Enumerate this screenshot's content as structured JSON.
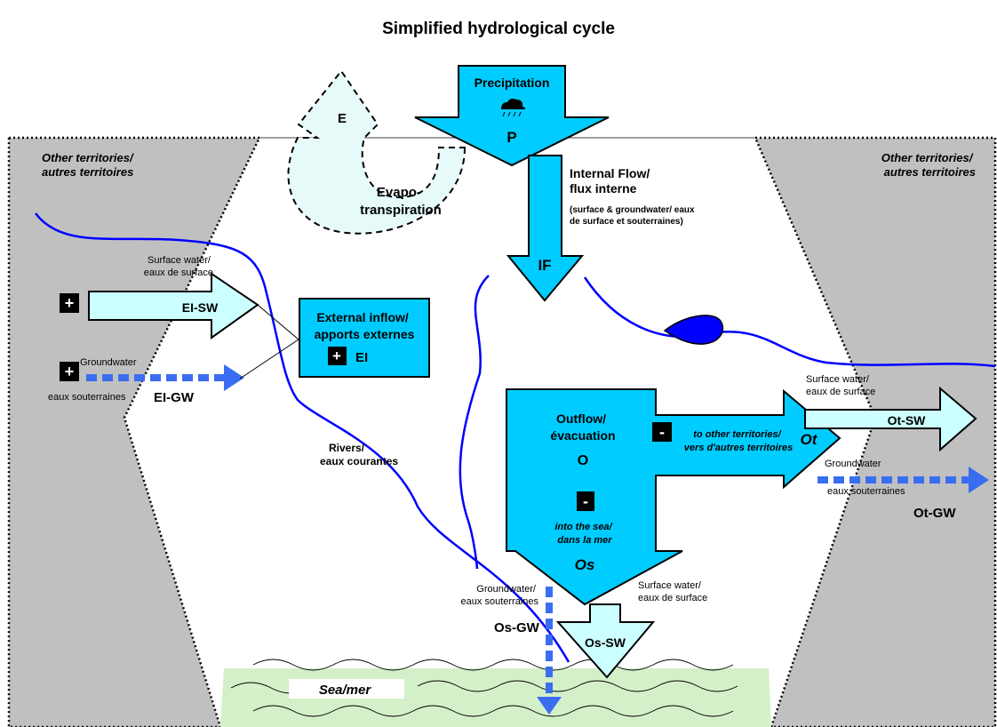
{
  "title": "Simplified hydrological cycle",
  "colors": {
    "territory": "#c0c0c0",
    "cyan": "#00ccff",
    "light_cyan": "#ccffff",
    "evap": "#e6fafa",
    "river": "#0000ff",
    "groundwater_arrow": "#3a6df0",
    "sea": "#d4f0c8",
    "outline": "#000000"
  },
  "labels": {
    "other_territories_left": [
      "Other territories/",
      "autres territoires"
    ],
    "other_territories_right": [
      "Other territories/",
      "autres territoires"
    ],
    "precipitation": "Precipitation",
    "precip_code": "P",
    "rain_icon": "rain-cloud-icon",
    "evap_code": "E",
    "evapotranspiration": [
      "Evapo-",
      "transpiration"
    ],
    "internal_flow": [
      "Internal Flow/",
      "flux interne"
    ],
    "internal_flow_note": [
      "(surface & groundwater/ eaux",
      "de surface et souterraines)"
    ],
    "internal_flow_code": "IF",
    "surface_water_left": [
      "Surface water/",
      "eaux de surface"
    ],
    "ei_sw": "EI-SW",
    "groundwater_left": "Groundwater",
    "eaux_souterraines_left": "eaux souterraines",
    "ei_gw": "EI-GW",
    "external_inflow": [
      "External inflow/",
      "apports externes"
    ],
    "ei_code": "EI",
    "plus": "+",
    "minus": "-",
    "rivers": [
      "Rivers/",
      "eaux courantes"
    ],
    "outflow": [
      "Outflow/",
      "évacuation"
    ],
    "outflow_code": "O",
    "to_other_territories": [
      "to other territories/",
      "vers d'autres territoires"
    ],
    "ot_code": "Ot",
    "into_sea": [
      "into the sea/",
      "dans la mer"
    ],
    "os_code": "Os",
    "surface_water_right": [
      "Surface water/",
      "eaux de surface"
    ],
    "ot_sw": "Ot-SW",
    "groundwater_right": "Groundwater",
    "eaux_souterraines_right": "eaux souterraines",
    "ot_gw": "Ot-GW",
    "groundwater_bottom": [
      "Groundwater/",
      "eaux souterraines"
    ],
    "os_gw": "Os-GW",
    "surface_water_bottom": [
      "Surface water/",
      "eaux de surface"
    ],
    "os_sw": "Os-SW",
    "sea": "Sea/mer"
  }
}
